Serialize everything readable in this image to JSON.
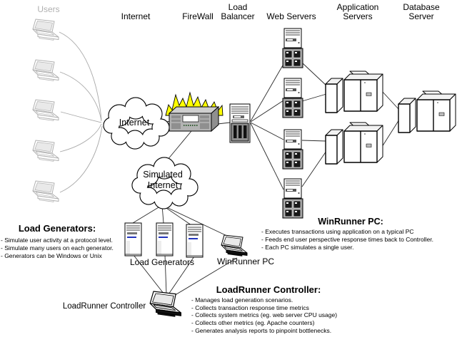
{
  "diagram": {
    "column_headers": {
      "users": "Users",
      "internet": "Internet",
      "firewall": "FireWall",
      "load_balancer": "Load\nBalancer",
      "web_servers": "Web Servers",
      "application_servers": "Application\nServers",
      "database_server": "Database\nServer"
    },
    "clouds": {
      "internet": "Internet",
      "simulated_internet": "Simulated\nInternet"
    },
    "device_labels": {
      "load_generators": "Load Generators",
      "winrunner_pc": "WinRunner PC",
      "loadrunner_controller": "LoadRunner Controller"
    },
    "annotations": {
      "load_generators": {
        "heading": "Load Generators:",
        "bullets": [
          "- Simulate user activity at a protocol level.",
          "- Simulate many users on each generator.",
          "- Generators can be Windows or Unix"
        ]
      },
      "winrunner_pc": {
        "heading": "WinRunner PC:",
        "bullets": [
          "- Executes transactions using application on a typical PC",
          "- Feeds end user perspective response times back to Controller.",
          "- Each PC simulates a single user."
        ]
      },
      "loadrunner_controller": {
        "heading": "LoadRunner Controller:",
        "bullets": [
          "- Manages load generation scenarios.",
          "- Collects transaction response time metrics",
          "- Collects system metrics (eg. web server CPU usage)",
          "- Collects other metrics (eg. Apache counters)",
          "- Generates analysis reports to pinpoint bottlenecks."
        ]
      }
    },
    "colors": {
      "flame": "#ffff00",
      "muted_gray": "#b0b0b0",
      "line": "#000000",
      "drive_accent_blue": "#2233bb"
    }
  }
}
